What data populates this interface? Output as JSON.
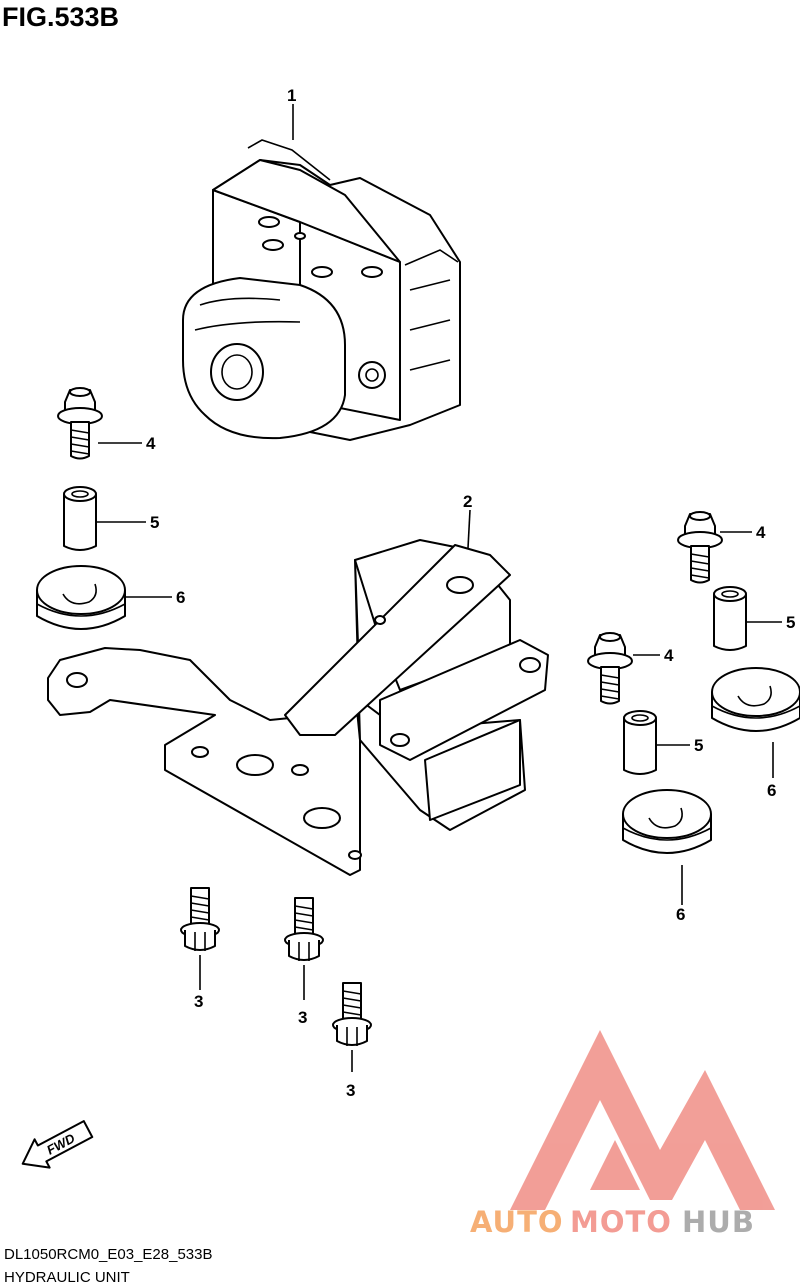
{
  "figure": {
    "title": "FIG.533B",
    "code": "DL1050RCM0_E03_E28_533B",
    "name": "HYDRAULIC UNIT",
    "fwd_label": "FWD"
  },
  "callouts": [
    "1",
    "2",
    "3",
    "3",
    "3",
    "4",
    "4",
    "4",
    "5",
    "5",
    "5",
    "6",
    "6",
    "6"
  ],
  "watermark": {
    "word_1": "AUTO",
    "word_2": "MOTO",
    "word_3": "HUB",
    "colors": {
      "auto": "#f5a25d",
      "moto": "#f28b82",
      "hub": "#9e9e9e",
      "logo": "#f08e86"
    }
  },
  "parts": [
    {
      "number": "1",
      "icon": "hydraulic-unit"
    },
    {
      "number": "2",
      "icon": "bracket"
    },
    {
      "number": "3",
      "icon": "flange-bolt"
    },
    {
      "number": "4",
      "icon": "flange-bolt"
    },
    {
      "number": "5",
      "icon": "collar"
    },
    {
      "number": "6",
      "icon": "rubber-cushion"
    }
  ]
}
